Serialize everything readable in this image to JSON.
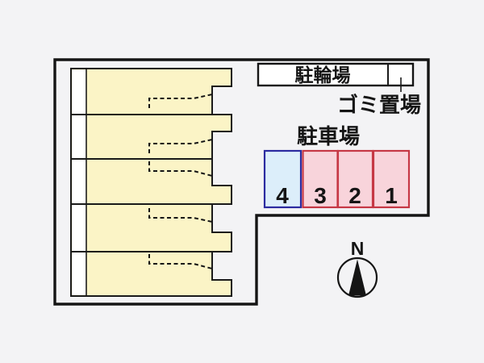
{
  "site_plan": {
    "building": {
      "units": 5,
      "fill": "#fbf4c6",
      "corridor_fill": "#ffffff"
    },
    "bicycle_parking": {
      "label": "駐輪場"
    },
    "garbage_area": {
      "label": "ゴミ置場"
    },
    "parking": {
      "section_label": "駐車場",
      "stalls": [
        {
          "number": "4",
          "fill": "#dceefa",
          "border": "#2b2ba0"
        },
        {
          "number": "3",
          "fill": "#f8d4db",
          "border": "#c63845"
        },
        {
          "number": "2",
          "fill": "#f8d4db",
          "border": "#c63845"
        },
        {
          "number": "1",
          "fill": "#f8d4db",
          "border": "#c63845"
        }
      ]
    },
    "compass": {
      "north_label": "N"
    },
    "colors": {
      "line": "#151515",
      "background": "#f3f3f5"
    }
  }
}
